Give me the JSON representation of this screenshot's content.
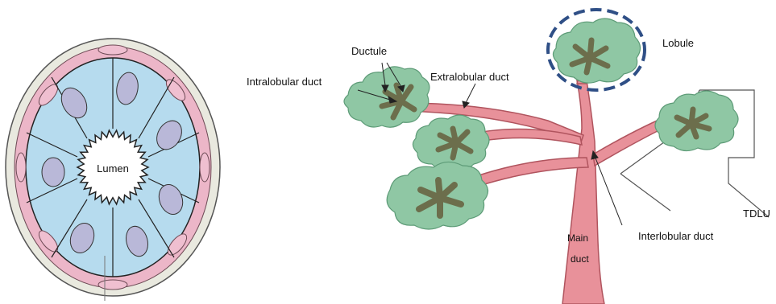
{
  "cross_section": {
    "lumen_label": "Lumen"
  },
  "tree": {
    "labels": {
      "ductule": "Ductule",
      "intralobular": "Intralobular duct",
      "extralobular": "Extralobular duct",
      "lobule": "Lobule",
      "tdlu": "TDLU",
      "main_line1": "Main",
      "main_line2": "duct",
      "interlobular": "Interlobular duct"
    }
  },
  "colors": {
    "cell_fill": "#b6dbee",
    "nucleus_fill": "#b9b8d8",
    "myoepithelial": "#ecb6c8",
    "capsule": "#e9e9df",
    "duct": "#e8919a",
    "duct_stroke": "#b0545e",
    "lobule_fill": "#8fc7a4",
    "lobule_stroke": "#5d9b77",
    "ductule": "#6c6e4c",
    "lobule_ring": "#2f4f86"
  }
}
